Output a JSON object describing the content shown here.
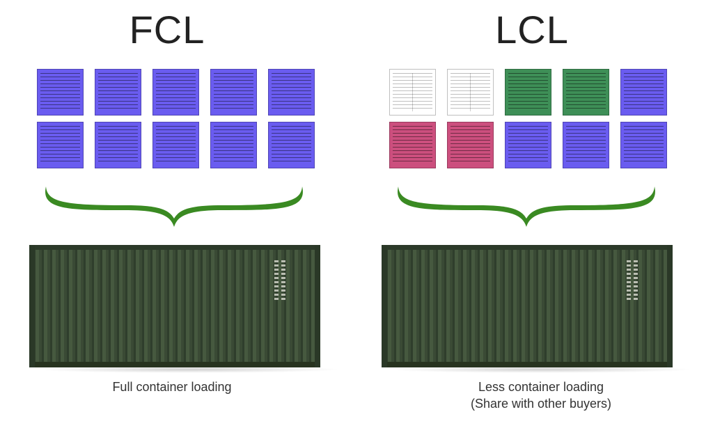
{
  "colors": {
    "blue": "#6a5cf0",
    "green": "#3e8f57",
    "pink": "#cc4f7e",
    "white": "#ffffff",
    "brace": "#3a8a22",
    "container": "#3c4d38"
  },
  "fcl": {
    "title": "FCL",
    "caption": "Full container loading",
    "boxes": [
      "blue",
      "blue",
      "blue",
      "blue",
      "blue",
      "blue",
      "blue",
      "blue",
      "blue",
      "blue"
    ]
  },
  "lcl": {
    "title": "LCL",
    "caption_line1": "Less container loading",
    "caption_line2": "(Share with other buyers)",
    "boxes": [
      "white",
      "white",
      "green",
      "green",
      "blue",
      "pink",
      "pink",
      "blue",
      "blue",
      "blue"
    ]
  }
}
